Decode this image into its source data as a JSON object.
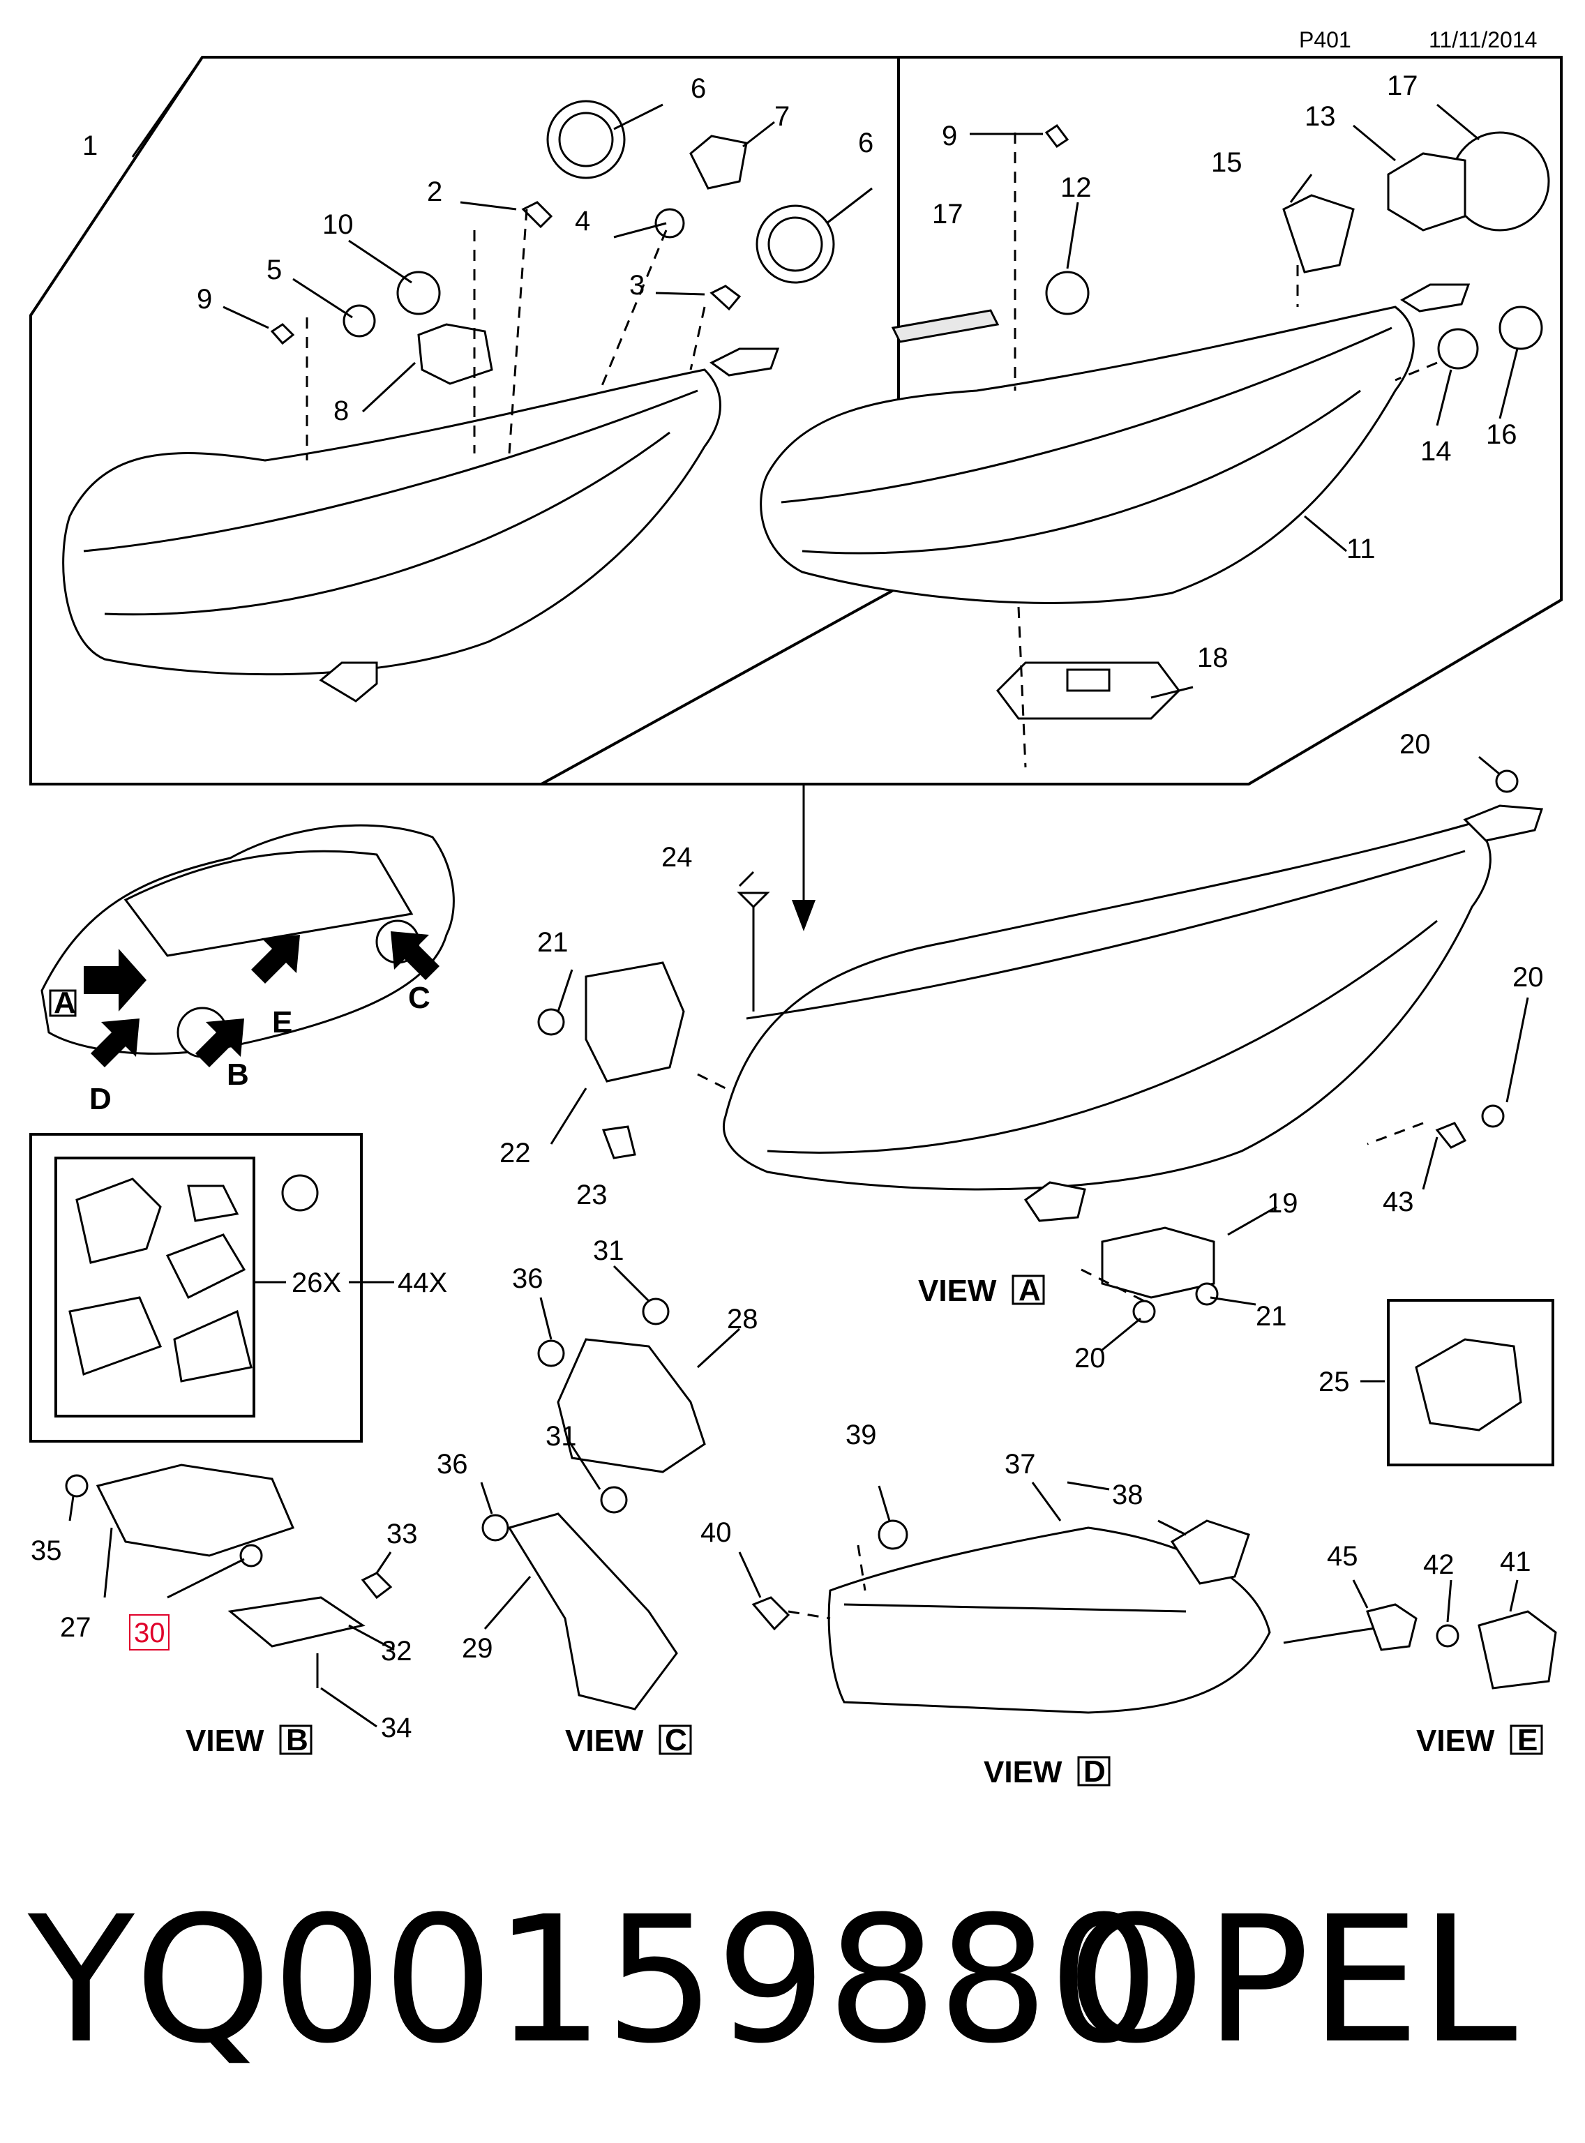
{
  "header": {
    "code": "P401",
    "date": "11/11/2014"
  },
  "footer": {
    "part_number": "YQ00159880",
    "brand": "OPEL"
  },
  "views": {
    "a": "VIEW",
    "a_letter": "A",
    "b": "VIEW",
    "b_letter": "B",
    "c": "VIEW",
    "c_letter": "C",
    "d": "VIEW",
    "d_letter": "D",
    "e": "VIEW",
    "e_letter": "E"
  },
  "car_markers": [
    "A",
    "B",
    "C",
    "D",
    "E"
  ],
  "kit_labels": {
    "left": "26X",
    "right": "44X"
  },
  "callouts": {
    "c1": "1",
    "c2": "2",
    "c3": "3",
    "c4": "4",
    "c5": "5",
    "c6a": "6",
    "c6b": "6",
    "c7": "7",
    "c8": "8",
    "c9a": "9",
    "c9b": "9",
    "c10": "10",
    "c11": "11",
    "c12": "12",
    "c13": "13",
    "c14": "14",
    "c15": "15",
    "c16": "16",
    "c17a": "17",
    "c17b": "17",
    "c18": "18",
    "c19": "19",
    "c20a": "20",
    "c20b": "20",
    "c20c": "20",
    "c21a": "21",
    "c21b": "21",
    "c22": "22",
    "c23": "23",
    "c24": "24",
    "c25": "25",
    "c27": "27",
    "c28": "28",
    "c29": "29",
    "c30": "30",
    "c31a": "31",
    "c31b": "31",
    "c32": "32",
    "c33": "33",
    "c34": "34",
    "c35": "35",
    "c36a": "36",
    "c36b": "36",
    "c37": "37",
    "c38": "38",
    "c39": "39",
    "c40": "40",
    "c41": "41",
    "c42": "42",
    "c43": "43",
    "c45": "45"
  },
  "colors": {
    "highlight_box": "#e0002a",
    "ink": "#000000"
  }
}
